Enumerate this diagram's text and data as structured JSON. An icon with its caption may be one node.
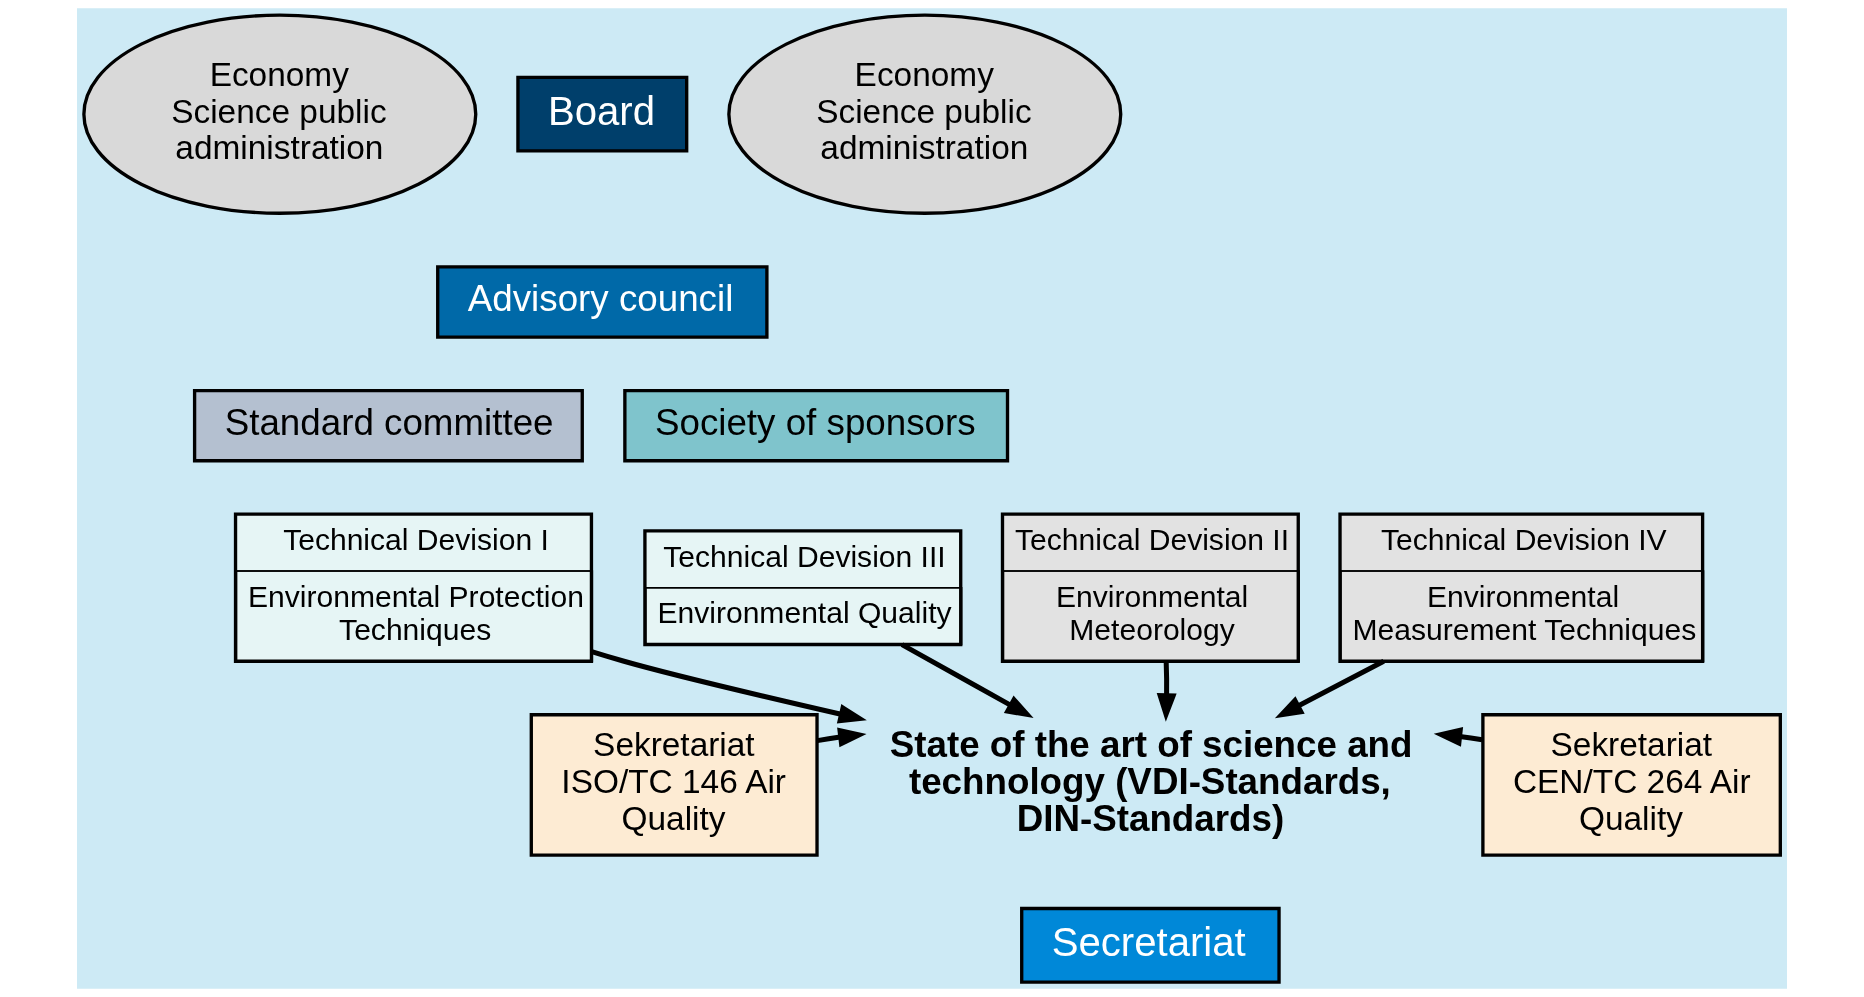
{
  "diagram": {
    "nodes": [
      {
        "text": [
          "Economy Science public administration"
        ]
      },
      {
        "text": [
          "Board"
        ]
      },
      {
        "text": [
          "Economy Science public administration"
        ]
      },
      {
        "text": [
          "Advisory council"
        ]
      },
      {
        "text": [
          "Standard committee"
        ]
      },
      {
        "text": [
          "Society of sponsors"
        ]
      },
      {
        "text": [
          "Technical Devision I",
          "Environmental Protection Techniques"
        ]
      },
      {
        "text": [
          "Technical Devision II",
          "Environmental Meteorology"
        ]
      },
      {
        "text": [
          "Technical Devision III",
          "Environmental Quality"
        ]
      },
      {
        "text": [
          "Technical Devision IV",
          "Environmental Measurement Techniques"
        ]
      },
      {
        "text": [
          "Sekretariat ISO/TC 146 Air Quality"
        ]
      },
      {
        "text": [
          "State of the art of science and technology (VDI-Standards, DIN-Standards)"
        ]
      },
      {
        "text": [
          "Sekretariat CEN/TC 264 Air Quality"
        ]
      },
      {
        "text": [
          "Secretariat"
        ]
      }
    ],
    "edges": [
      {
        "from": 6,
        "to": 11,
        "arrow": "to"
      },
      {
        "from": 7,
        "to": 11,
        "arrow": "to"
      },
      {
        "from": 8,
        "to": 11,
        "arrow": "to"
      },
      {
        "from": 9,
        "to": 11,
        "arrow": "to"
      },
      {
        "from": 10,
        "to": 11,
        "arrow": "to"
      },
      {
        "from": 12,
        "to": 11,
        "arrow": "to"
      }
    ]
  }
}
